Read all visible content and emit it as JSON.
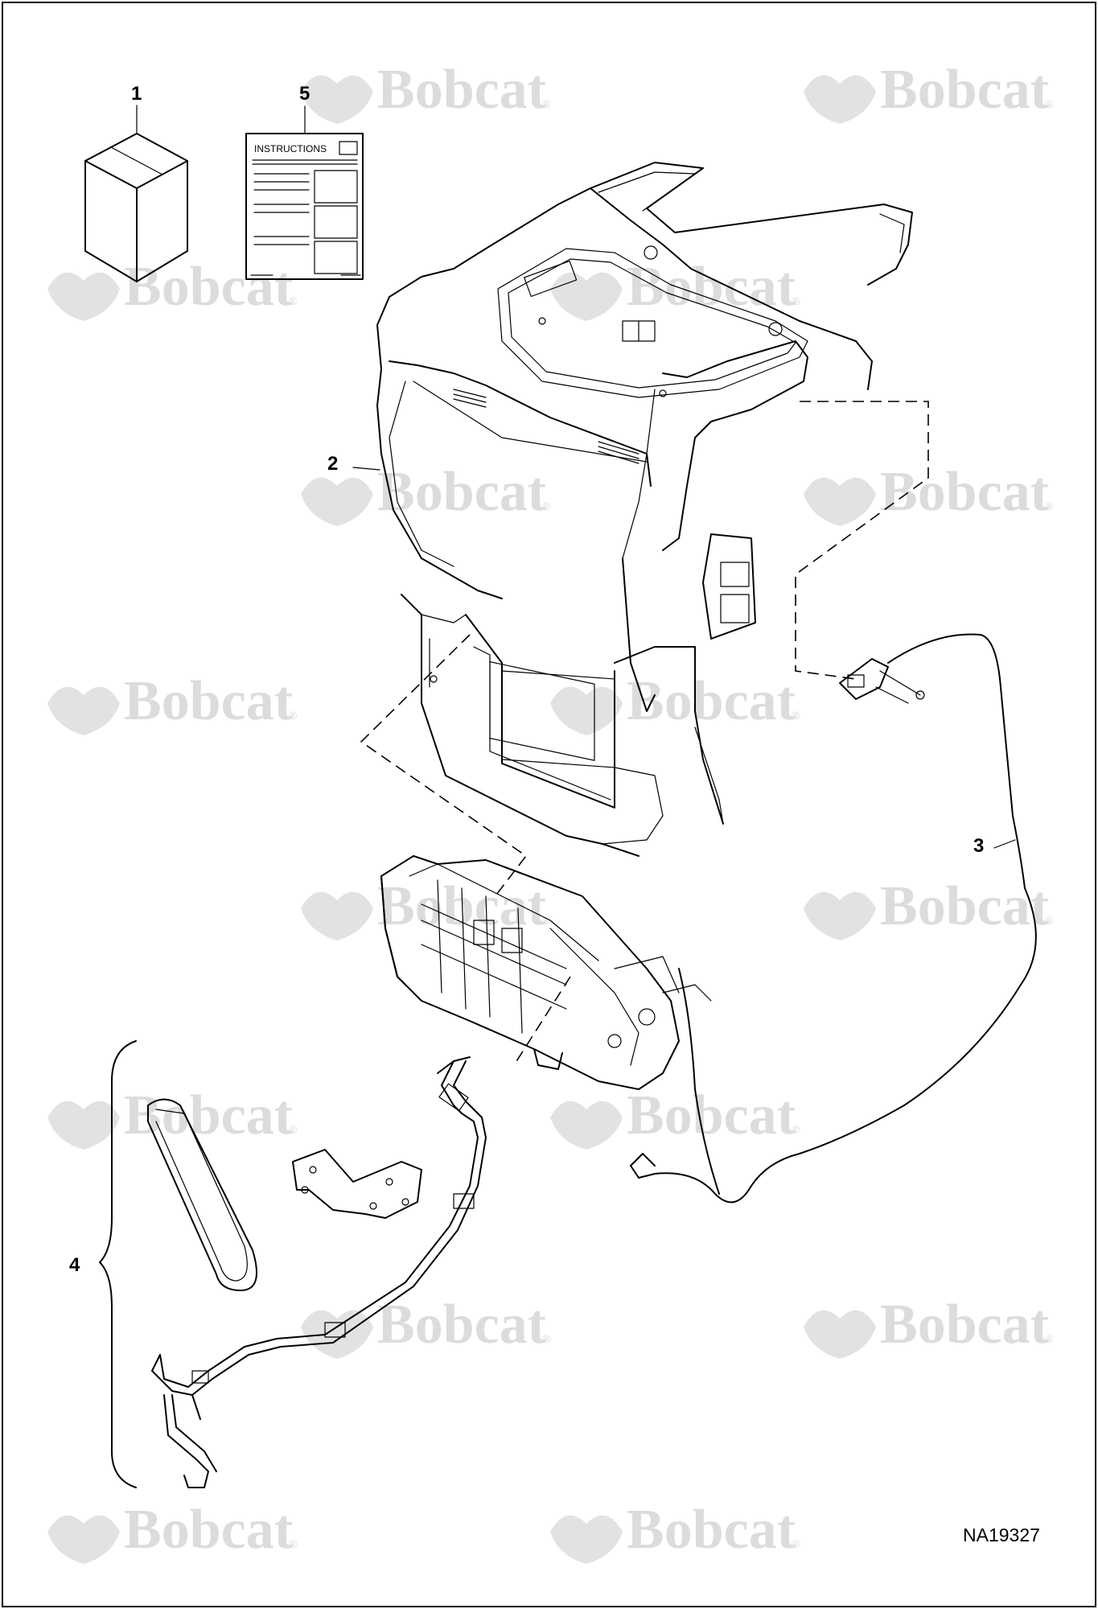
{
  "callouts": {
    "kit_box": "1",
    "cab_headliner": "2",
    "wire_harness": "3",
    "compressor_kit": "4",
    "instructions_doc": "5"
  },
  "instructions_label": "INSTRUCTIONS",
  "watermark": {
    "brand": "Bobcat",
    "registered": "®"
  },
  "drawing_number": "NA19327"
}
